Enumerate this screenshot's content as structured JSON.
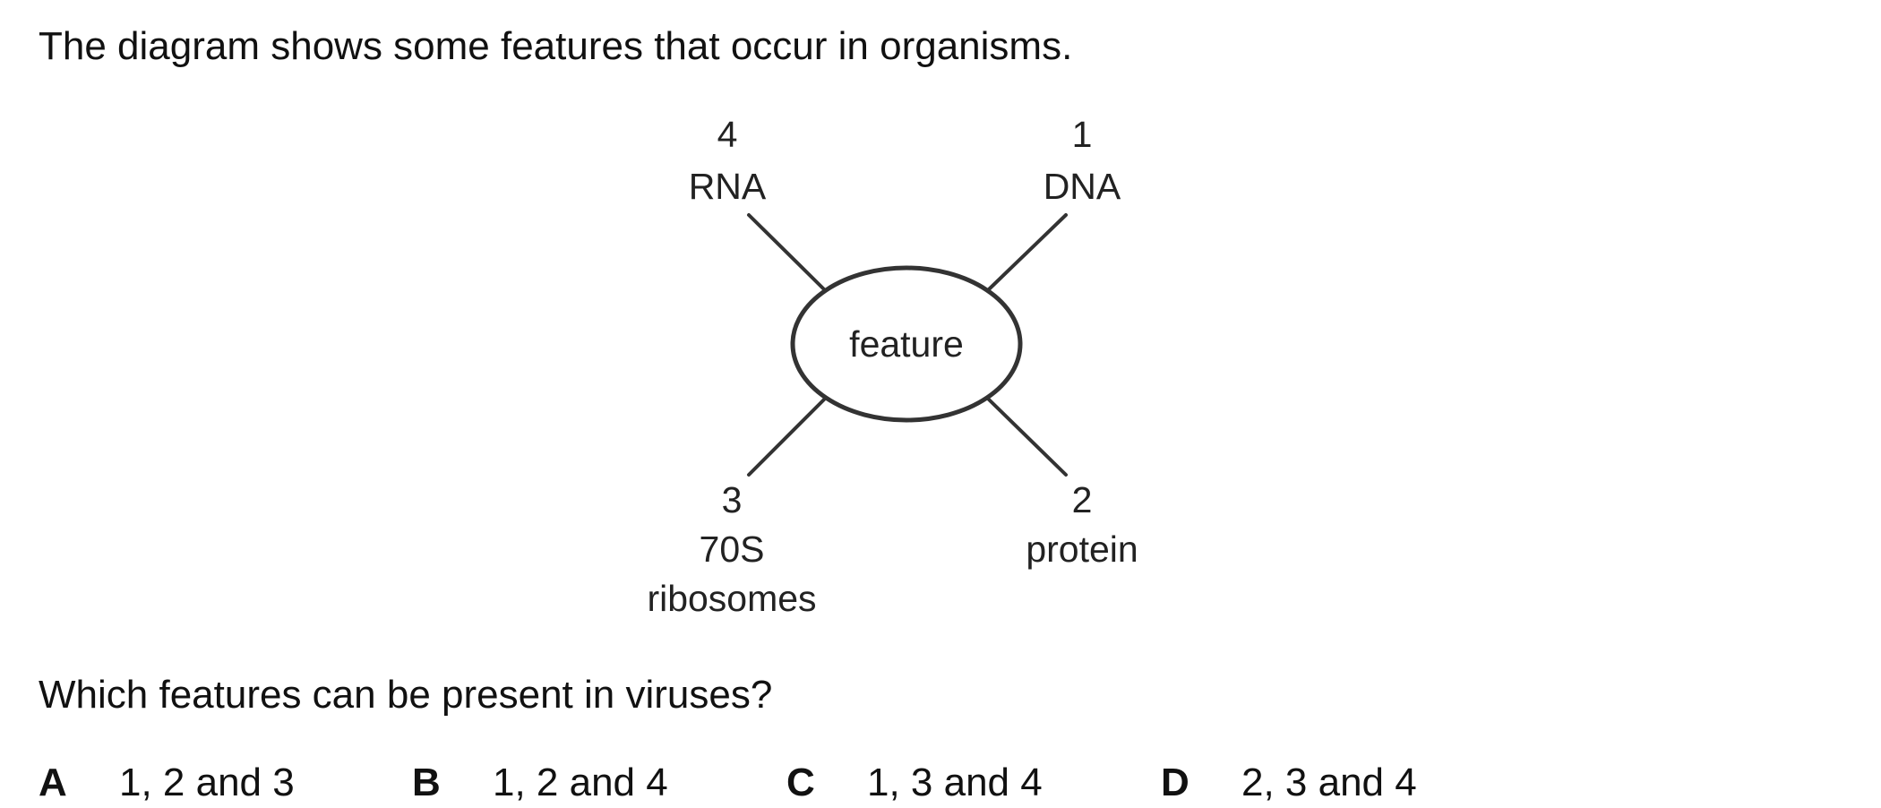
{
  "stem": "The diagram shows some features that occur in organisms.",
  "diagram": {
    "center": "feature",
    "features": [
      {
        "number": "4",
        "lines": [
          "RNA"
        ]
      },
      {
        "number": "1",
        "lines": [
          "DNA"
        ]
      },
      {
        "number": "3",
        "lines": [
          "70S",
          "ribosomes"
        ]
      },
      {
        "number": "2",
        "lines": [
          "protein"
        ]
      }
    ]
  },
  "question": "Which features can be present in viruses?",
  "options": [
    {
      "letter": "A",
      "text": "1, 2 and 3"
    },
    {
      "letter": "B",
      "text": "1, 2 and 4"
    },
    {
      "letter": "C",
      "text": "1, 3 and 4"
    },
    {
      "letter": "D",
      "text": "2, 3 and 4"
    }
  ]
}
